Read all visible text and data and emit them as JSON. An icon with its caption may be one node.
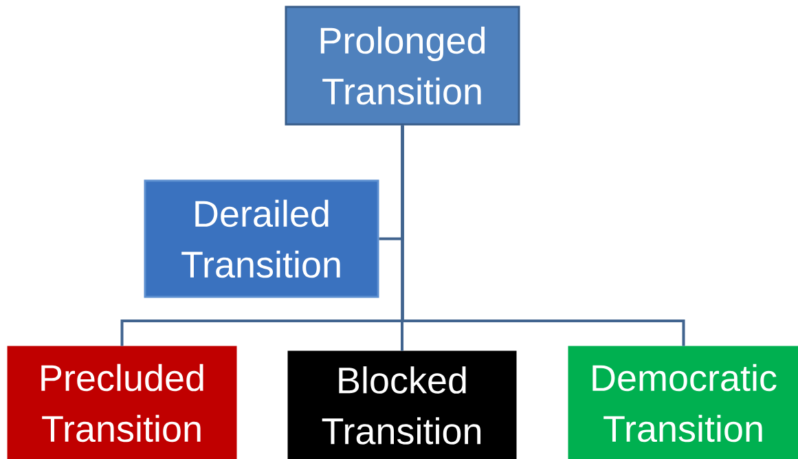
{
  "diagram": {
    "nodes": [
      {
        "text": [
          "Prolonged Transition"
        ]
      },
      {
        "text": [
          "Derailed Transition"
        ]
      },
      {
        "text": [
          "Precluded Transition"
        ]
      },
      {
        "text": [
          "Blocked Transition"
        ]
      },
      {
        "text": [
          "Democratic Transition"
        ]
      }
    ],
    "edges": [
      {
        "from": 0,
        "to": 1,
        "arrow": "none"
      },
      {
        "from": 0,
        "to": 2,
        "arrow": "none"
      },
      {
        "from": 0,
        "to": 3,
        "arrow": "none"
      },
      {
        "from": 0,
        "to": 4,
        "arrow": "none"
      }
    ]
  }
}
